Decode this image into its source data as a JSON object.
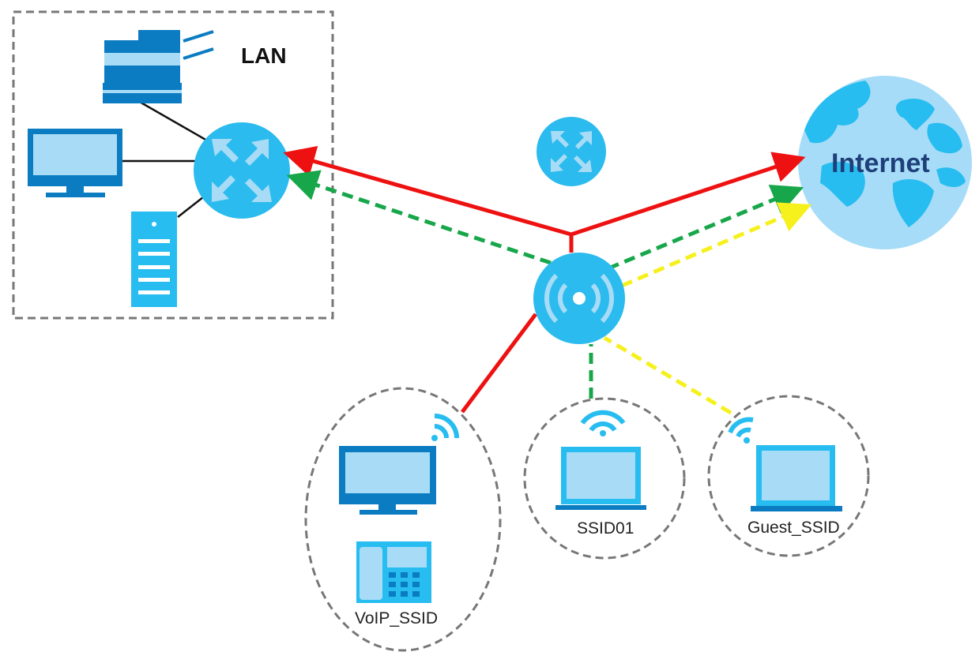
{
  "labels": {
    "lan": "LAN",
    "internet": "Internet",
    "voip_ssid": "VoIP_SSID",
    "ssid01": "SSID01",
    "guest_ssid": "Guest_SSID"
  },
  "colors": {
    "device_dark": "#0b7cc1",
    "device_light": "#a8dcf6",
    "device_mid": "#2bbbee",
    "globe_ocean": "#a6dcf7",
    "globe_land": "#27bdf0",
    "voip_path": "#ee1111",
    "ssid01_path": "#17a74a",
    "guest_path": "#f6f01c",
    "boundary": "#777777"
  },
  "icons": [
    "printer-icon",
    "desktop-monitor-icon",
    "server-tower-icon",
    "router-icon",
    "access-point-icon",
    "globe-icon",
    "wifi-signal-icon",
    "laptop-icon",
    "ip-phone-icon"
  ]
}
